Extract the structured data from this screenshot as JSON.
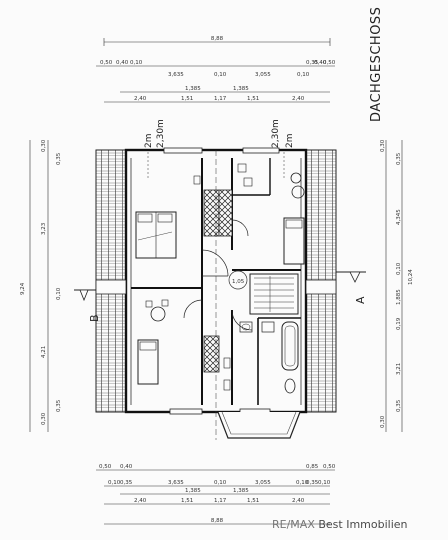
{
  "plan": {
    "title": "DACHGESCHOSS",
    "section_a": "A",
    "section_b": "B",
    "room_height_left_1": "2m",
    "room_height_left_2": "2,30m",
    "room_height_right_1": "2,30m",
    "room_height_right_2": "2m",
    "door_label": "1,05"
  },
  "top_dims": {
    "total": "8,88",
    "row2": [
      "0,50",
      "0,40",
      "0,10",
      "3,635",
      "0,10",
      "3,055",
      "0,10",
      "0,35",
      "0,40",
      "0,50"
    ],
    "row3": [
      "1,385",
      "1,385"
    ],
    "row4": [
      "2,40",
      "1,51",
      "1,17",
      "1,51",
      "2,40"
    ]
  },
  "bottom_dims": {
    "total": "8,88",
    "row1": [
      "0,50",
      "0,40",
      "0,85",
      "0,50"
    ],
    "row2": [
      "0,10",
      "0,35",
      "3,635",
      "0,10",
      "3,055",
      "0,10",
      "0,35",
      "0,10"
    ],
    "row3": [
      "1,385",
      "1,385"
    ],
    "row4": [
      "2,40",
      "1,51",
      "1,17",
      "1,51",
      "2,40"
    ]
  },
  "left_dims": {
    "total": "9,24",
    "values": [
      "0,30",
      "0,35",
      "3,23",
      "0,10",
      "4,21",
      "0,35",
      "0,30"
    ]
  },
  "right_dims": {
    "total": "10,24",
    "values": [
      "0,30",
      "0,35",
      "4,345",
      "0,10",
      "1,885",
      "0,19",
      "3,21",
      "0,35",
      "0,30"
    ]
  },
  "watermark": {
    "brand": "RE/MAX",
    "suffix": " Best Immobilien"
  }
}
